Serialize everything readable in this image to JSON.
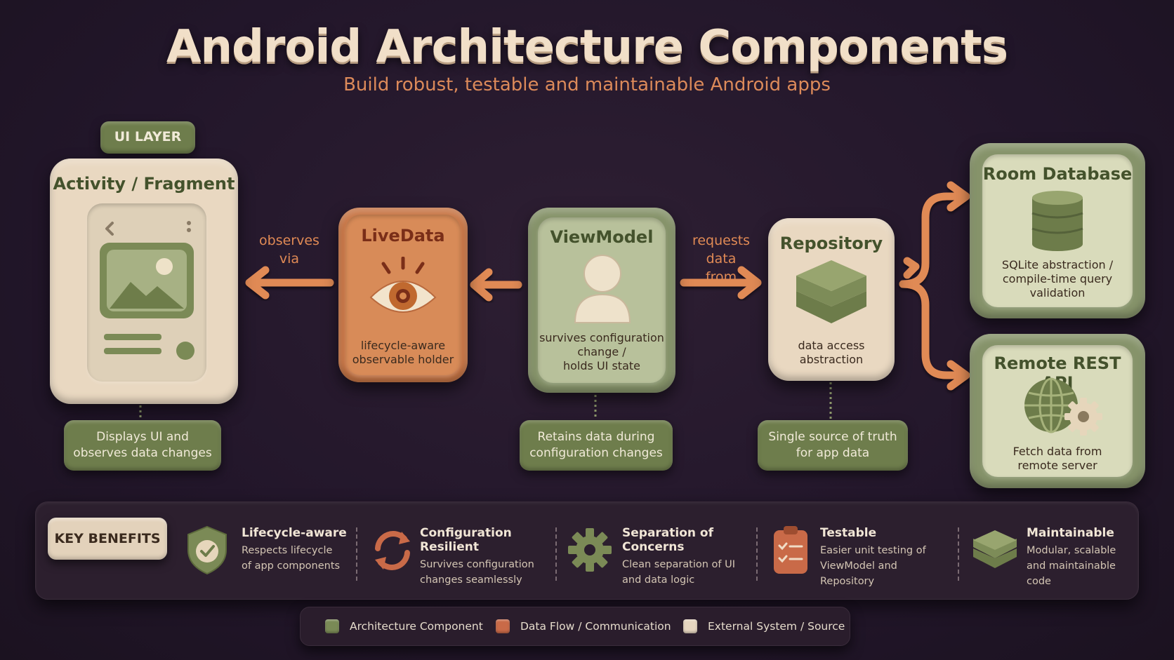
{
  "title": "Android Architecture Components",
  "subtitle": "Build robust, testable and maintainable Android apps",
  "ui_layer_label": "UI LAYER",
  "nodes": {
    "activity": {
      "title": "Activity / Fragment",
      "note": "Displays UI and\nobserves data changes"
    },
    "livedata": {
      "title": "LiveData",
      "desc": "lifecycle-aware\nobservable holder"
    },
    "viewmodel": {
      "title": "ViewModel",
      "desc": "survives configuration\nchange /\nholds UI state",
      "note": "Retains data during\nconfiguration changes"
    },
    "repository": {
      "title": "Repository",
      "desc": "data access\nabstraction",
      "note": "Single source of truth\nfor app data"
    },
    "room": {
      "title": "Room Database",
      "desc": "SQLite abstraction /\ncompile-time query\nvalidation"
    },
    "remote": {
      "title": "Remote REST API",
      "desc": "Fetch data from\nremote server"
    }
  },
  "edges": {
    "observes": "observes via",
    "requests": "requests data\nfrom"
  },
  "benefits": {
    "heading": "KEY BENEFITS",
    "items": [
      {
        "title": "Lifecycle-aware",
        "desc": "Respects lifecycle\nof app components",
        "icon": "shield-check-icon"
      },
      {
        "title": "Configuration Resilient",
        "desc": "Survives configuration\nchanges seamlessly",
        "icon": "refresh-icon"
      },
      {
        "title": "Separation of Concerns",
        "desc": "Clean separation of UI\nand data logic",
        "icon": "gear-icon"
      },
      {
        "title": "Testable",
        "desc": "Easier unit testing of\nViewModel and Repository",
        "icon": "clipboard-checklist-icon"
      },
      {
        "title": "Maintainable",
        "desc": "Modular, scalable\nand maintainable code",
        "icon": "layers-icon"
      }
    ]
  },
  "legend": [
    {
      "label": "Architecture Component",
      "color": "#7a8a56"
    },
    {
      "label": "Data Flow / Communication",
      "color": "#c96a48"
    },
    {
      "label": "External System / Source",
      "color": "#e6d6c0"
    }
  ]
}
